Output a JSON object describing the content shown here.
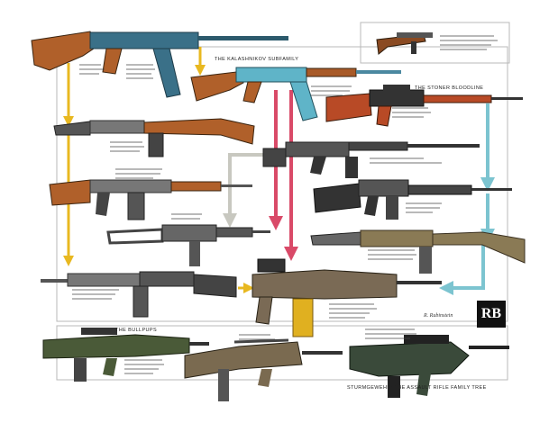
{
  "captions": {
    "kalashnikov": "THE KALASHNIKOV SUBFAMILY",
    "stoner": "THE STONER BLOODLINE",
    "bullpups": "THE BULLPUPS",
    "family_tree": "STURMGEWEHR: THE ASSAULT RIFLE FAMILY TREE"
  },
  "logo_text": "RB",
  "signature": "R. Rubinstein",
  "colors": {
    "yellow_line": "#e8b820",
    "red_line": "#d94a68",
    "blue_line": "#7cc4d0",
    "gray_line": "#c8c8c0",
    "frame": "#b8b8b8"
  }
}
